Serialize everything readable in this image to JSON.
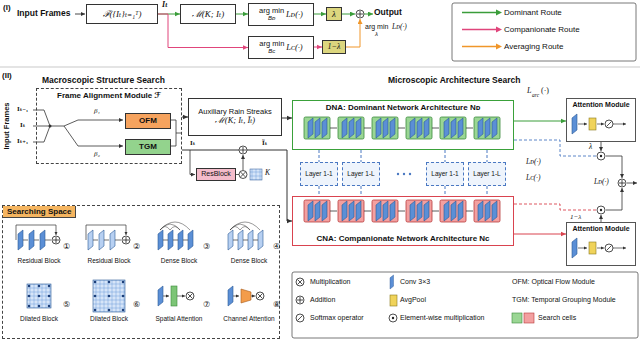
{
  "diagram": {
    "nodes": [
      {
        "text": [
          "ℱ({Iₜ}ₜ₌₁ᵀ)"
        ]
      },
      {
        "text": [
          "ℳ(K; Iₜ)"
        ]
      },
      {
        "text": [
          "arg min",
          "Bᴅ",
          "Lᴅ(·)"
        ]
      },
      {
        "text": [
          "λ"
        ]
      },
      {
        "text": [
          "arg min",
          "Bᴄ",
          "Lᴄ(·)"
        ]
      },
      {
        "text": [
          "1−λ"
        ]
      },
      {
        "text": [
          "Frame Alignment Module ℱ"
        ]
      },
      {
        "text": [
          "OFM"
        ],
        "in": 6
      },
      {
        "text": [
          "TGM"
        ],
        "in": 6
      },
      {
        "text": [
          "Auxiliary Rain Streaks",
          "ℳ(K; Iₜ, Ĩₜ)"
        ]
      },
      {
        "text": [
          "ResBlock"
        ]
      },
      {
        "text": [
          "DNA: Dominant Network Architecture Nᴅ"
        ]
      },
      {
        "text": [
          "CNA: Companionate Network Architecture Nᴄ"
        ]
      },
      {
        "text": [
          "Layer 1-1"
        ]
      },
      {
        "text": [
          "Layer 1-L"
        ]
      },
      {
        "text": [
          "Layer 1-1"
        ]
      },
      {
        "text": [
          "Layer 1-L"
        ]
      },
      {
        "text": [
          "Attention Module"
        ]
      },
      {
        "text": [
          "Attention Module"
        ]
      },
      {
        "text": [
          "Searching Space"
        ]
      }
    ],
    "edges": [
      {
        "from": 0,
        "to": 1,
        "arrow": "to"
      },
      {
        "from": 1,
        "to": 2,
        "arrow": "to"
      },
      {
        "from": 0,
        "to": 4,
        "arrow": "to"
      },
      {
        "from": 2,
        "to": 3,
        "arrow": "to"
      },
      {
        "from": 4,
        "to": 5,
        "arrow": "to"
      },
      {
        "from": 6,
        "to": 9,
        "arrow": "to"
      },
      {
        "from": 9,
        "to": 11,
        "arrow": "to"
      },
      {
        "from": 6,
        "to": 12,
        "arrow": "to"
      },
      {
        "from": 11,
        "to": 17,
        "arrow": "to"
      },
      {
        "from": 12,
        "to": 18,
        "arrow": "to"
      },
      {
        "from": 11,
        "to": 13,
        "arrow": "none"
      },
      {
        "from": 11,
        "to": 14,
        "arrow": "none"
      },
      {
        "from": 11,
        "to": 15,
        "arrow": "none"
      },
      {
        "from": 11,
        "to": 16,
        "arrow": "none"
      },
      {
        "from": 13,
        "to": 12,
        "arrow": "none"
      },
      {
        "from": 14,
        "to": 12,
        "arrow": "none"
      },
      {
        "from": 15,
        "to": 12,
        "arrow": "none"
      },
      {
        "from": 16,
        "to": 12,
        "arrow": "none"
      }
    ],
    "labels": [
      "(I)",
      "Input Frames",
      "Iₜ",
      "Output",
      "arg min",
      "λ",
      "Lᴅ(·)",
      "(II)",
      "Macroscopic Structure Search",
      "Microscopic Architecture Search",
      "Input Frames",
      "Iₜ₋₁",
      "Iₜ",
      "Iₜ₊₁",
      "β₁",
      "β₂",
      "Iₜ",
      "Ĩₜ",
      "K",
      "L",
      "arc",
      "(·)",
      "λ",
      "Lᴅ(·)",
      "Lᴄ(·)",
      "1−λ",
      "Lᴅ(·)",
      "Residual Block",
      "①",
      "Residual Block",
      "②",
      "Dense Block",
      "③",
      "Dense Block",
      "④",
      "Dilated Block",
      "⑤",
      "Dilated Block",
      "⑥",
      "Spatial Attention",
      "⑦",
      "Channel Attention",
      "⑧",
      "OFM: Optical Flow Module",
      "TGM: Temporal Grouping Module"
    ],
    "legend": [
      {
        "text": "Dominant Route",
        "color": "#3a9d3a"
      },
      {
        "text": "Companionate Route",
        "color": "#e0457b"
      },
      {
        "text": "Averaging Route",
        "color": "#f0962a"
      },
      {
        "text": "Multiplication"
      },
      {
        "text": "Addition"
      },
      {
        "text": "Softmax operator"
      },
      {
        "text": "Conv 3×3"
      },
      {
        "text": "AvgPool"
      },
      {
        "text": "Element-wise multiplication"
      },
      {
        "text": "Search cells"
      }
    ]
  }
}
